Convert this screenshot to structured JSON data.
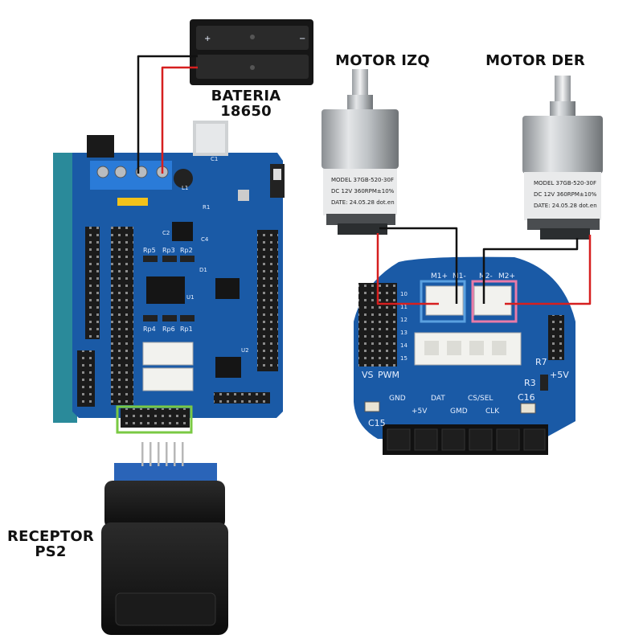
{
  "labels": {
    "battery": [
      "BATERIA",
      "18650"
    ],
    "motor_left": "MOTOR IZQ",
    "motor_right": "MOTOR DER",
    "receiver": [
      "RECEPTOR",
      "PS2"
    ]
  },
  "motor_sticker": {
    "model": "MODEL 37GB-520-30F",
    "spec": "DC 12V   360RPM±10%",
    "date": "DATE: 24.05.28 dot.en"
  },
  "driver_board": {
    "connector_top": [
      "M1+",
      "M1-",
      "M2-",
      "M2+"
    ],
    "pin_header": [
      "GND",
      "+5V",
      "DAT",
      "GMD",
      "CS/SEL",
      "CLK"
    ],
    "components": [
      "R3",
      "R7",
      "C16",
      "C15",
      "PWM",
      "VS",
      "+5V"
    ],
    "left_numbers": [
      "10",
      "11",
      "12",
      "13",
      "14",
      "15"
    ]
  },
  "main_board": {
    "resistors": [
      "Rp5",
      "Rp3",
      "Rp2",
      "Rp4",
      "Rp6",
      "Rp1"
    ],
    "misc": [
      "R1",
      "C1",
      "C2",
      "C4",
      "L1",
      "D1",
      "U1",
      "U2"
    ]
  },
  "colors": {
    "wire_black": "#111111",
    "wire_red": "#d61f1f",
    "highlight_green": "#7ac943",
    "highlight_blue": "#5aa0e0",
    "highlight_pink": "#e97ba8",
    "pcb_blue": "#1a5aa6",
    "pcb_edge": "#2a86a0"
  }
}
